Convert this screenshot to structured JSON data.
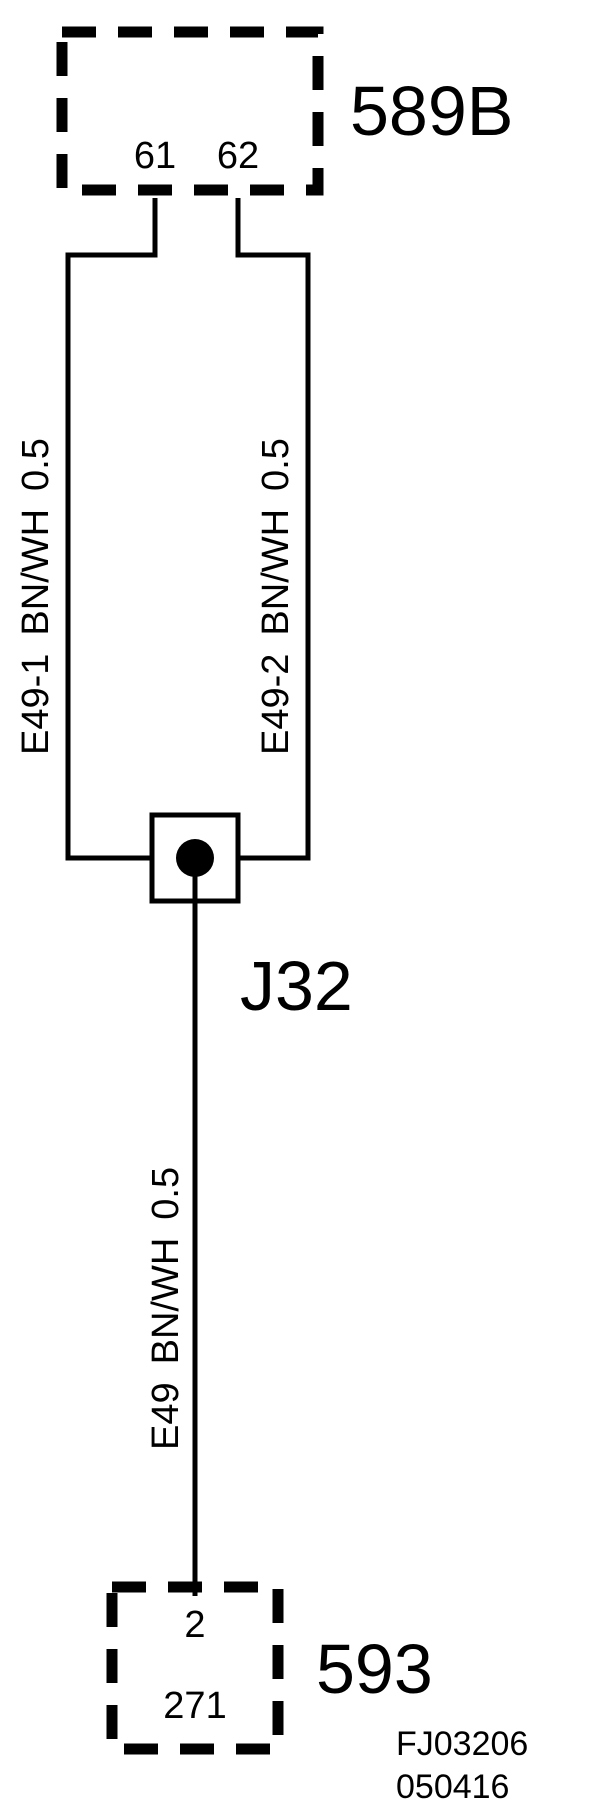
{
  "connectors": {
    "top": {
      "id": "589B",
      "pins": [
        "61",
        "62"
      ]
    },
    "bottom": {
      "id": "593",
      "pin": "2",
      "sub": "271"
    }
  },
  "splice": {
    "id": "J32"
  },
  "wires": {
    "left": {
      "circuit": "E49-1",
      "color": "BN/WH",
      "size": "0.5"
    },
    "right": {
      "circuit": "E49-2",
      "color": "BN/WH",
      "size": "0.5"
    },
    "main": {
      "circuit": "E49",
      "color": "BN/WH",
      "size": "0.5"
    }
  },
  "reference": {
    "code": "FJ03206",
    "date": "050416"
  },
  "colors": {
    "line": "#000000",
    "background": "#ffffff"
  }
}
